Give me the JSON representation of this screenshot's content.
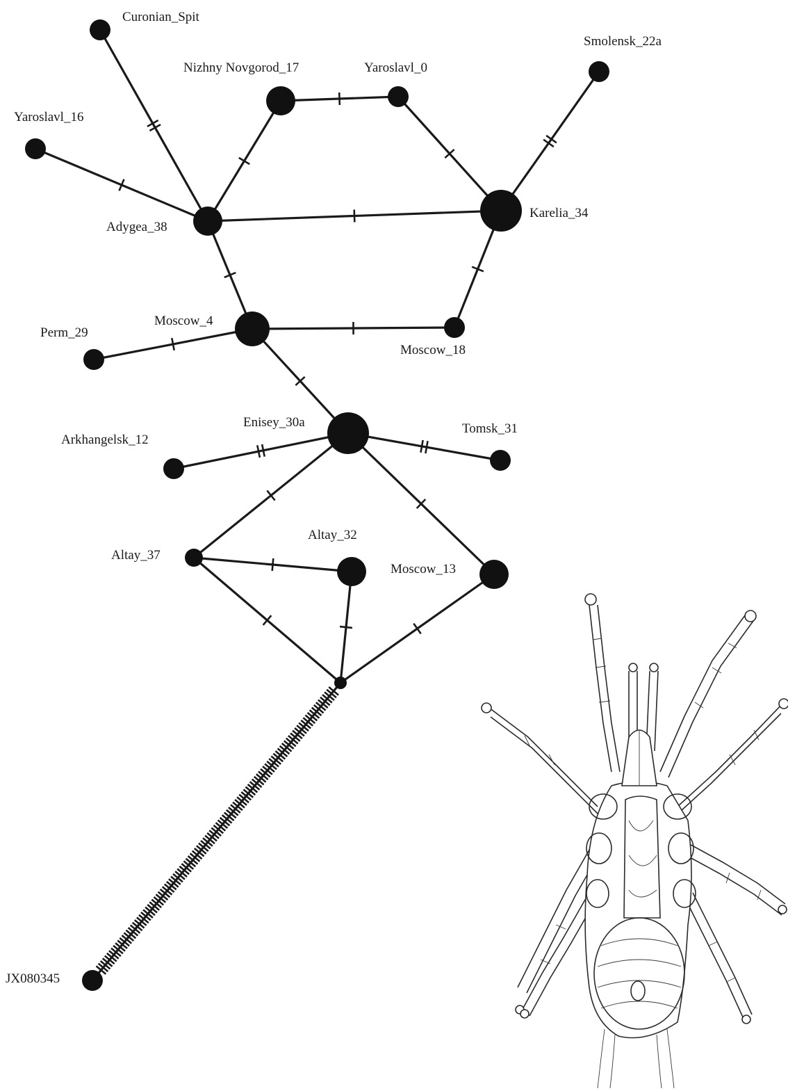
{
  "nodes": [
    {
      "id": "curonian",
      "label": "Curonian_Spit"
    },
    {
      "id": "nizhny",
      "label": "Nizhny Novgorod_17"
    },
    {
      "id": "yar0",
      "label": "Yaroslavl_0"
    },
    {
      "id": "smolensk",
      "label": "Smolensk_22a"
    },
    {
      "id": "yar16",
      "label": "Yaroslavl_16"
    },
    {
      "id": "adygea",
      "label": "Adygea_38"
    },
    {
      "id": "karelia",
      "label": "Karelia_34"
    },
    {
      "id": "moscow4",
      "label": "Moscow_4"
    },
    {
      "id": "perm",
      "label": "Perm_29"
    },
    {
      "id": "moscow18",
      "label": "Moscow_18"
    },
    {
      "id": "enisey",
      "label": "Enisey_30a"
    },
    {
      "id": "arkh",
      "label": "Arkhangelsk_12"
    },
    {
      "id": "tomsk",
      "label": "Tomsk_31"
    },
    {
      "id": "altay37",
      "label": "Altay_37"
    },
    {
      "id": "altay32",
      "label": "Altay_32"
    },
    {
      "id": "moscow13",
      "label": "Moscow_13"
    },
    {
      "id": "hub",
      "label": ""
    },
    {
      "id": "jx",
      "label": "JX080345"
    }
  ],
  "edges": [
    {
      "from": "curonian",
      "to": "adygea",
      "mutations": 2
    },
    {
      "from": "yar16",
      "to": "adygea",
      "mutations": 1
    },
    {
      "from": "nizhny",
      "to": "adygea",
      "mutations": 1
    },
    {
      "from": "nizhny",
      "to": "yar0",
      "mutations": 1
    },
    {
      "from": "yar0",
      "to": "karelia",
      "mutations": 1
    },
    {
      "from": "smolensk",
      "to": "karelia",
      "mutations": 2
    },
    {
      "from": "adygea",
      "to": "karelia",
      "mutations": 1
    },
    {
      "from": "adygea",
      "to": "moscow4",
      "mutations": 1
    },
    {
      "from": "karelia",
      "to": "moscow18",
      "mutations": 1
    },
    {
      "from": "moscow4",
      "to": "moscow18",
      "mutations": 1
    },
    {
      "from": "perm",
      "to": "moscow4",
      "mutations": 1
    },
    {
      "from": "moscow4",
      "to": "enisey",
      "mutations": 1
    },
    {
      "from": "arkh",
      "to": "enisey",
      "mutations": 2
    },
    {
      "from": "enisey",
      "to": "tomsk",
      "mutations": 2
    },
    {
      "from": "enisey",
      "to": "altay37",
      "mutations": 1
    },
    {
      "from": "enisey",
      "to": "moscow13",
      "mutations": 1
    },
    {
      "from": "altay37",
      "to": "altay32",
      "mutations": 1
    },
    {
      "from": "altay37",
      "to": "hub",
      "mutations": 1
    },
    {
      "from": "altay32",
      "to": "hub",
      "mutations": 1
    },
    {
      "from": "moscow13",
      "to": "hub",
      "mutations": 1
    },
    {
      "from": "hub",
      "to": "jx",
      "mutations": 110
    }
  ]
}
